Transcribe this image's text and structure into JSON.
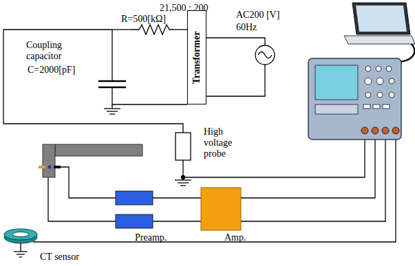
{
  "diagram": {
    "nodes": [
      {
        "text": [
          "Transformer"
        ]
      }
    ],
    "labels": [
      "21,500 : 200",
      "R=500[kΩ]",
      "Coupling capacitor",
      "C=2000[pF]",
      "AC200 [V]",
      "60Hz",
      "High voltage probe",
      "Preamp.",
      "Amp.",
      "CT sensor"
    ]
  }
}
